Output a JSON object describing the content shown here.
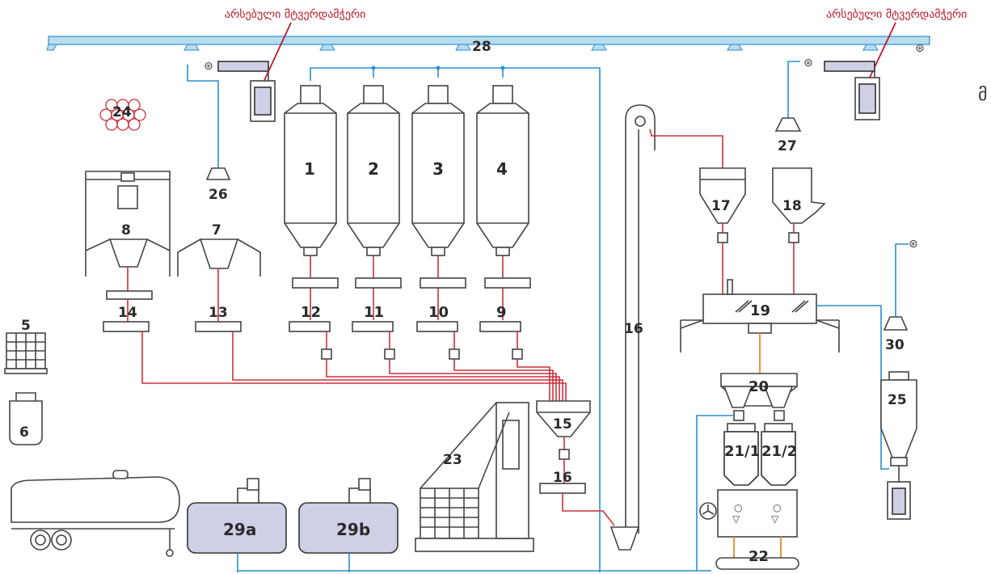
{
  "callouts": {
    "left": "არსებული მტვერდამჭერი",
    "right": "არსებული მტვერდამჭერი"
  },
  "partial_text": "მ",
  "labels": {
    "n1": "1",
    "n2": "2",
    "n3": "3",
    "n4": "4",
    "n5": "5",
    "n6": "6",
    "n7": "7",
    "n8": "8",
    "n9": "9",
    "n10": "10",
    "n11": "11",
    "n12": "12",
    "n13": "13",
    "n14": "14",
    "n15": "15",
    "n16a": "16",
    "n16b": "16",
    "n17": "17",
    "n18": "18",
    "n19": "19",
    "n20": "20",
    "n21_1": "21/1",
    "n21_2": "21/2",
    "n22": "22",
    "n23": "23",
    "n24": "24",
    "n25": "25",
    "n26": "26",
    "n27": "27",
    "n28": "28",
    "n29a": "29a",
    "n29b": "29b",
    "n30": "30"
  },
  "colors": {
    "product_line": "#c8323c",
    "air_line": "#2a8fd0",
    "transfer_line": "#e08a2a",
    "tank_fill": "#cfd0e6",
    "rail_fill": "#b9dcef"
  }
}
